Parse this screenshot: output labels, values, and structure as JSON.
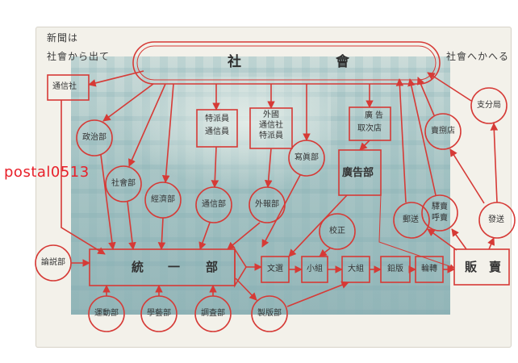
{
  "watermark": "postal0513",
  "header": {
    "left_line1": "新聞は",
    "left_line2": "社會から出て",
    "center_left": "社",
    "center_right": "會",
    "right_line": "社會へかへる"
  },
  "nodes": {
    "tsushinsha": "通信社",
    "seiji": "政治部",
    "shakai": "社會部",
    "keizai": "經濟部",
    "tokuha_line1": "特派員",
    "tokuha_line2": "通信員",
    "gaikoku_line1": "外國",
    "gaikoku_line2": "通信社",
    "gaikoku_line3": "特派員",
    "tsushinbu": "通信部",
    "gaiho": "外報部",
    "shashin": "寫眞部",
    "kokoku_a": "廣",
    "kokoku_b": "告",
    "kokoku_c": "取次店",
    "kokokubu": "廣告部",
    "ronsetsu": "論説部",
    "toitsu_1": "統",
    "toitsu_2": "一",
    "toitsu_3": "部",
    "undo": "運動部",
    "gakugei": "學藝部",
    "chosa": "調査部",
    "seihan": "製版部",
    "kosei": "校正",
    "bunsen": "文選",
    "kogumi": "小組",
    "ogumi": "大組",
    "enban": "鉛版",
    "rinten": "輪轉",
    "hanbai_1": "販",
    "hanbai_2": "賣",
    "hanbaiten": "賣捌店",
    "shibukyoku": "支分局",
    "kyubai_line1": "驛賣",
    "kyubai_line2": "呼賣",
    "yuso": "郵送",
    "hasso": "發送"
  },
  "colors": {
    "line": "#d63a36",
    "paper": "#f3f1ea",
    "photo": "#8fb2b5"
  }
}
